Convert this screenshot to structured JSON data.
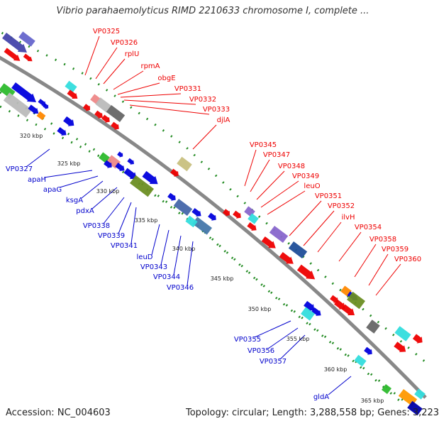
{
  "title": "Vibrio parahaemolyticus RIMD 2210633 chromosome I, complete ...",
  "footer": {
    "accession_label": "Accession:",
    "accession": "NC_004603",
    "topology_text": "Topology: circular; Length: 3,288,558 bp; Genes: 3,223"
  },
  "colors": {
    "forward_label": "#ee0000",
    "reverse_label": "#0000cc",
    "backbone": "#888888",
    "tick": "#228b22"
  },
  "scale_ticks": [
    "320 kbp",
    "325 kbp",
    "330 kbp",
    "335 kbp",
    "340 kbp",
    "345 kbp",
    "350 kbp",
    "355 kbp",
    "360 kbp",
    "365 kbp"
  ],
  "forward_labels": [
    "VP0325",
    "VP0326",
    "rplU",
    "rpmA",
    "obgE",
    "VP0331",
    "VP0332",
    "VP0333",
    "djlA",
    "VP0345",
    "VP0347",
    "VP0348",
    "VP0349",
    "leuO",
    "VP0351",
    "VP0352",
    "ilvH",
    "VP0354",
    "VP0358",
    "VP0359",
    "VP0360"
  ],
  "reverse_labels": [
    "VP0327",
    "apaH",
    "apaG",
    "ksgA",
    "pdxA",
    "VP0338",
    "VP0339",
    "VP0341",
    "leuD",
    "VP0343",
    "VP0344",
    "VP0346",
    "VP0355",
    "VP0356",
    "VP0357",
    "gldA"
  ]
}
